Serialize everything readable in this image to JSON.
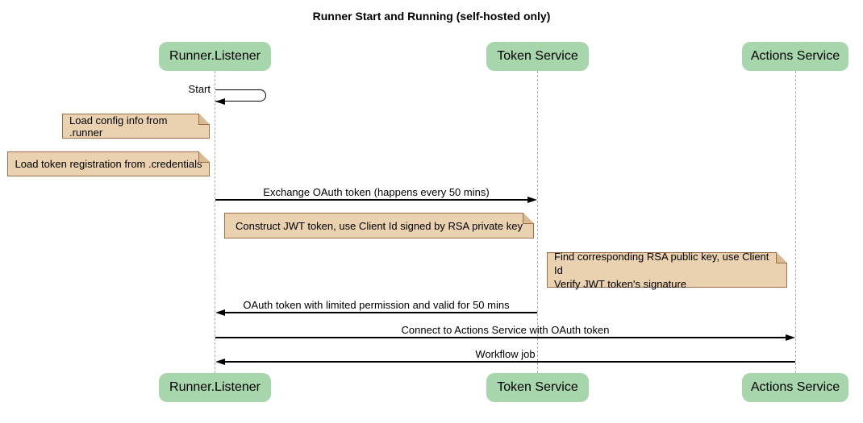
{
  "title": "Runner Start and Running (self-hosted only)",
  "participants": [
    {
      "label": "Runner.Listener"
    },
    {
      "label": "Token Service"
    },
    {
      "label": "Actions Service"
    }
  ],
  "messages": {
    "self_start": "Start",
    "exchange_oauth": "Exchange OAuth token (happens every 50 mins)",
    "oauth_return": "OAuth token with limited permission and valid for 50 mins",
    "connect_actions": "Connect to Actions Service with OAuth token",
    "workflow_job": "Workflow job"
  },
  "notes": {
    "load_config": "Load config info from .runner",
    "load_token_registration": "Load token registration from .credentials",
    "construct_jwt": "Construct JWT token, use Client Id signed by RSA private key",
    "find_rsa_line1": "Find corresponding RSA public key, use Client Id",
    "find_rsa_line2": "Verify JWT token's signature"
  },
  "colors": {
    "participant_fill": "#a8d6ac",
    "note_fill": "#ead1b0",
    "note_border": "#9b7049",
    "note_fold": "#d8bb92",
    "lifeline": "#ababab",
    "arrow": "#000000",
    "background": "#ffffff"
  }
}
